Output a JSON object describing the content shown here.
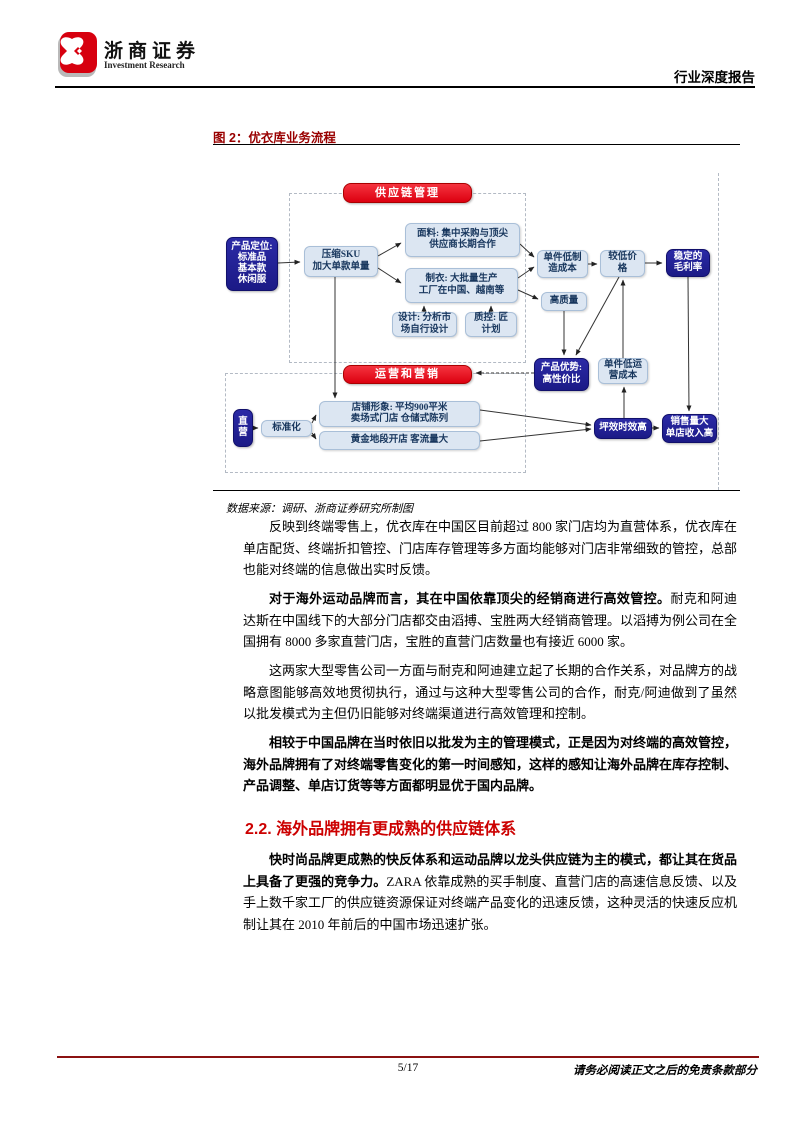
{
  "header": {
    "logo_cn": "浙商证券",
    "logo_en": "Investment Research",
    "report_type": "行业深度报告"
  },
  "figure": {
    "title": "图 2：优衣库业务流程",
    "source": "数据来源：调研、浙商证券研究所制图",
    "sections": {
      "supply": "供应链管理",
      "ops": "运营和营销"
    },
    "nodes": {
      "positioning": "产品定位:\n标准品\n基本款\n休闲服",
      "sku": "压缩SKU\n加大单款单量",
      "fabric": "面料: 集中采购与顶尖\n供应商长期合作",
      "garment": "制衣: 大批量生产\n工厂在中国、越南等",
      "design": "设计: 分析市\n场自行设计",
      "qc": "质控: 匠\n计划",
      "unit_cost": "单件低制\n造成本",
      "price": "较低价\n格",
      "margin": "稳定的\n毛利率",
      "quality": "高质量",
      "advantage": "产品优势:\n高性价比",
      "op_cost": "单件低运\n营成本",
      "direct": "直\n营",
      "standardize": "标准化",
      "store_image": "店铺形象: 平均900平米\n卖场式门店 仓储式陈列",
      "location": "黄金地段开店 客流量大",
      "efficiency": "坪效时效高",
      "sales": "销售量大\n单店收入高"
    }
  },
  "body": {
    "p1": "反映到终端零售上，优衣库在中国区目前超过 800 家门店均为直营体系，优衣库在单店配货、终端折扣管控、门店库存管理等多方面均能够对门店非常细致的管控，总部也能对终端的信息做出实时反馈。",
    "p2_bold": "对于海外运动品牌而言，其在中国依靠顶尖的经销商进行高效管控。",
    "p2_rest": "耐克和阿迪达斯在中国线下的大部分门店都交由滔搏、宝胜两大经销商管理。以滔搏为例公司在全国拥有 8000 多家直营门店，宝胜的直营门店数量也有接近 6000 家。",
    "p3": "这两家大型零售公司一方面与耐克和阿迪建立起了长期的合作关系，对品牌方的战略意图能够高效地贯彻执行，通过与这种大型零售公司的合作，耐克/阿迪做到了虽然以批发模式为主但仍旧能够对终端渠道进行高效管理和控制。",
    "p4": "相较于中国品牌在当时依旧以批发为主的管理模式，正是因为对终端的高效管控，海外品牌拥有了对终端零售变化的第一时间感知，这样的感知让海外品牌在库存控制、产品调整、单店订货等等方面都明显优于国内品牌。",
    "heading": "2.2. 海外品牌拥有更成熟的供应链体系",
    "p5_bold": "快时尚品牌更成熟的快反体系和运动品牌以龙头供应链为主的模式，都让其在货品上具备了更强的竞争力。",
    "p5_rest": "ZARA 依靠成熟的买手制度、直营门店的高速信息反馈、以及手上数千家工厂的供应链资源保证对终端产品变化的迅速反馈，这种灵活的快速反应机制让其在 2010 年前后的中国市场迅速扩张。"
  },
  "footer": {
    "page": "5/17",
    "disclaimer": "请务必阅读正文之后的免责条款部分"
  },
  "colors": {
    "accent_red": "#e60012",
    "navy_box": "#1f1e93",
    "light_box": "#dce6f2",
    "title_red": "#990000",
    "heading_red": "#cc0000",
    "rule_red": "#8b1111"
  }
}
